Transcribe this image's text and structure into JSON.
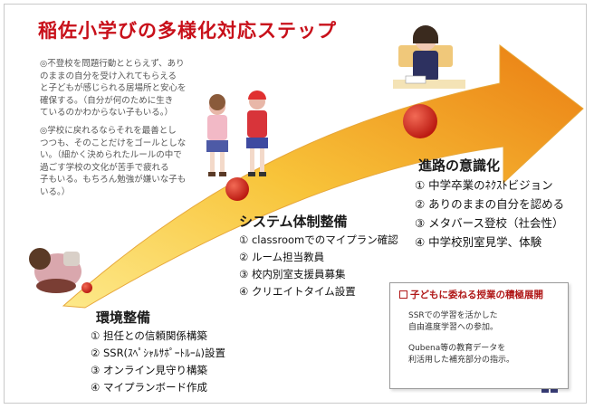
{
  "title": "稲佐小学びの多様化対応ステップ",
  "notes": [
    "◎不登校を問題行動ととらえず、あり\nのままの自分を受け入れてもらえる\nと子どもが感じられる居場所と安心を\n確保する。（自分が何のために生き\nているのかわからない子もいる。）",
    "◎学校に戻れるならそれを最善とし\nつつも、そのことだけをゴールとしな\nい。（細かく決められたルールの中で\n過ごす学校の文化が苦手で疲れる\n子もいる。もちろん勉強が嫌いな子も\nいる。）"
  ],
  "stages": [
    {
      "heading": "環境整備",
      "items": [
        "① 担任との信頼関係構築",
        "② SSR(ｽﾍﾟｼｬﾙｻﾎﾟｰﾄﾙｰﾑ)設置",
        "③ オンライン見守り構築",
        "④ マイプランボード作成"
      ]
    },
    {
      "heading": "システム体制整備",
      "items": [
        "① classroomでのマイプラン確認",
        "② ルーム担当教員",
        "③ 校内別室支援員募集",
        "④ クリエイトタイム設置"
      ]
    },
    {
      "heading": "進路の意識化",
      "items": [
        "① 中学卒業のﾈｸｽﾄビジョン",
        "② ありのままの自分を認める",
        "③ メタバース登校（社会性）",
        "④ 中学校別室見学、体験"
      ]
    }
  ],
  "infobox": {
    "title": "子どもに委ねる授業の積極展開",
    "lines": [
      "SSRでの学習を活かした\n自由進度学習への参加。",
      "Qubena等の教育データを\n利活用した補充部分の指示。"
    ]
  },
  "colors": {
    "title": "#c8101a",
    "arrow_start": "#fde36a",
    "arrow_end": "#ea7d12",
    "step_dot": "#d8281d"
  }
}
